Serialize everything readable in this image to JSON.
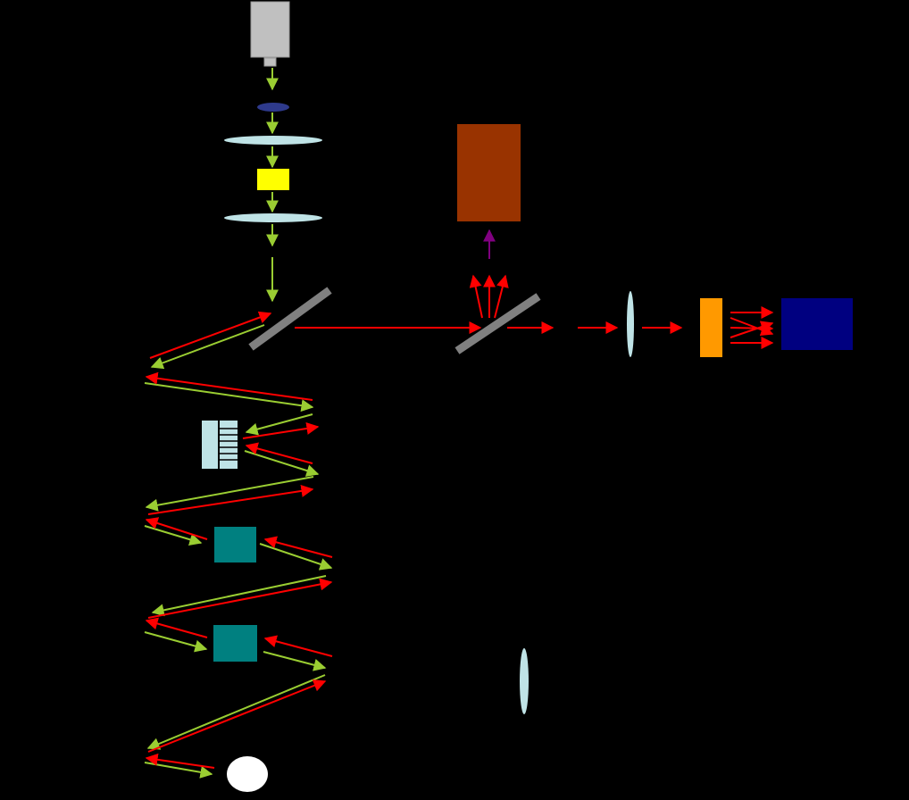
{
  "diagram": {
    "background": "#000000",
    "colors": {
      "excitation_beam": "#9acd32",
      "signal_beam": "#ff0000",
      "detected_beam": "#800080",
      "lens": "#bfe3e6",
      "mirror": "#808080",
      "laser_housing": "#c0c0c0",
      "small_optic": "#2e3a8c",
      "crystal": "#ffff00",
      "brown_detector": "#993300",
      "orange_element": "#ff9900",
      "blue_detector": "#000080",
      "teal_element": "#008080",
      "grating": "#bfe3e6",
      "sample_spot": "#ffffff"
    },
    "components": [
      {
        "name": "laser-source",
        "kind": "light source"
      },
      {
        "name": "objective",
        "kind": "small optic"
      },
      {
        "name": "lens-1",
        "kind": "lens"
      },
      {
        "name": "crystal",
        "kind": "yellow element"
      },
      {
        "name": "lens-2",
        "kind": "lens"
      },
      {
        "name": "beamsplitter-1",
        "kind": "mirror"
      },
      {
        "name": "beamsplitter-2",
        "kind": "mirror"
      },
      {
        "name": "detector-brown",
        "kind": "detector"
      },
      {
        "name": "lens-3",
        "kind": "lens"
      },
      {
        "name": "filter-orange",
        "kind": "filter"
      },
      {
        "name": "detector-blue",
        "kind": "detector"
      },
      {
        "name": "grating",
        "kind": "grating"
      },
      {
        "name": "teal-element-1",
        "kind": "optic"
      },
      {
        "name": "teal-element-2",
        "kind": "optic"
      },
      {
        "name": "lens-4",
        "kind": "lens"
      },
      {
        "name": "sample",
        "kind": "sample"
      }
    ]
  }
}
